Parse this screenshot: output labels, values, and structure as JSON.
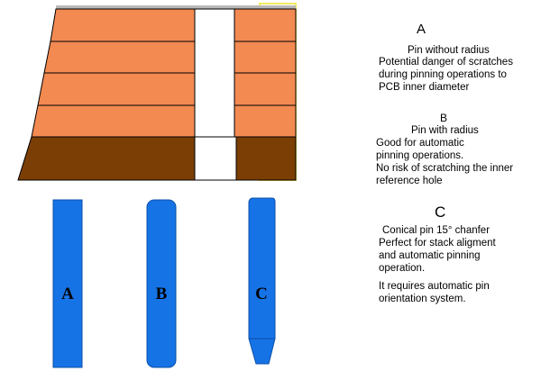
{
  "colors": {
    "layer_orange": "#f28a52",
    "layer_brown": "#7b3e05",
    "hole_white": "#ffffff",
    "top_edge_gray": "#b9b9b9",
    "yellow_outline": "#f2ea5e",
    "pin_blue": "#1673e6",
    "pin_blue_dark": "#0a4fa8",
    "outline": "#000000"
  },
  "pins": [
    {
      "letter": "A",
      "shape": "square-end"
    },
    {
      "letter": "B",
      "shape": "rounded-end"
    },
    {
      "letter": "C",
      "shape": "conical-15-deg-chamfer"
    }
  ],
  "descriptions": {
    "a": {
      "heading": "A",
      "lines": [
        "Pin without radius",
        "Potential danger of scratches",
        "during pinning operations to",
        "PCB inner diameter"
      ]
    },
    "b": {
      "heading": "B",
      "lines": [
        "Pin with radius",
        "Good for automatic",
        "pinning operations.",
        "No risk of scratching the inner",
        "reference hole"
      ]
    },
    "c": {
      "heading": "C",
      "lines": [
        "Conical pin 15° chanfer",
        "Perfect for stack aligment",
        "and automatic pinning",
        "operation.",
        "It requires automatic pin",
        "orientation system."
      ]
    }
  }
}
